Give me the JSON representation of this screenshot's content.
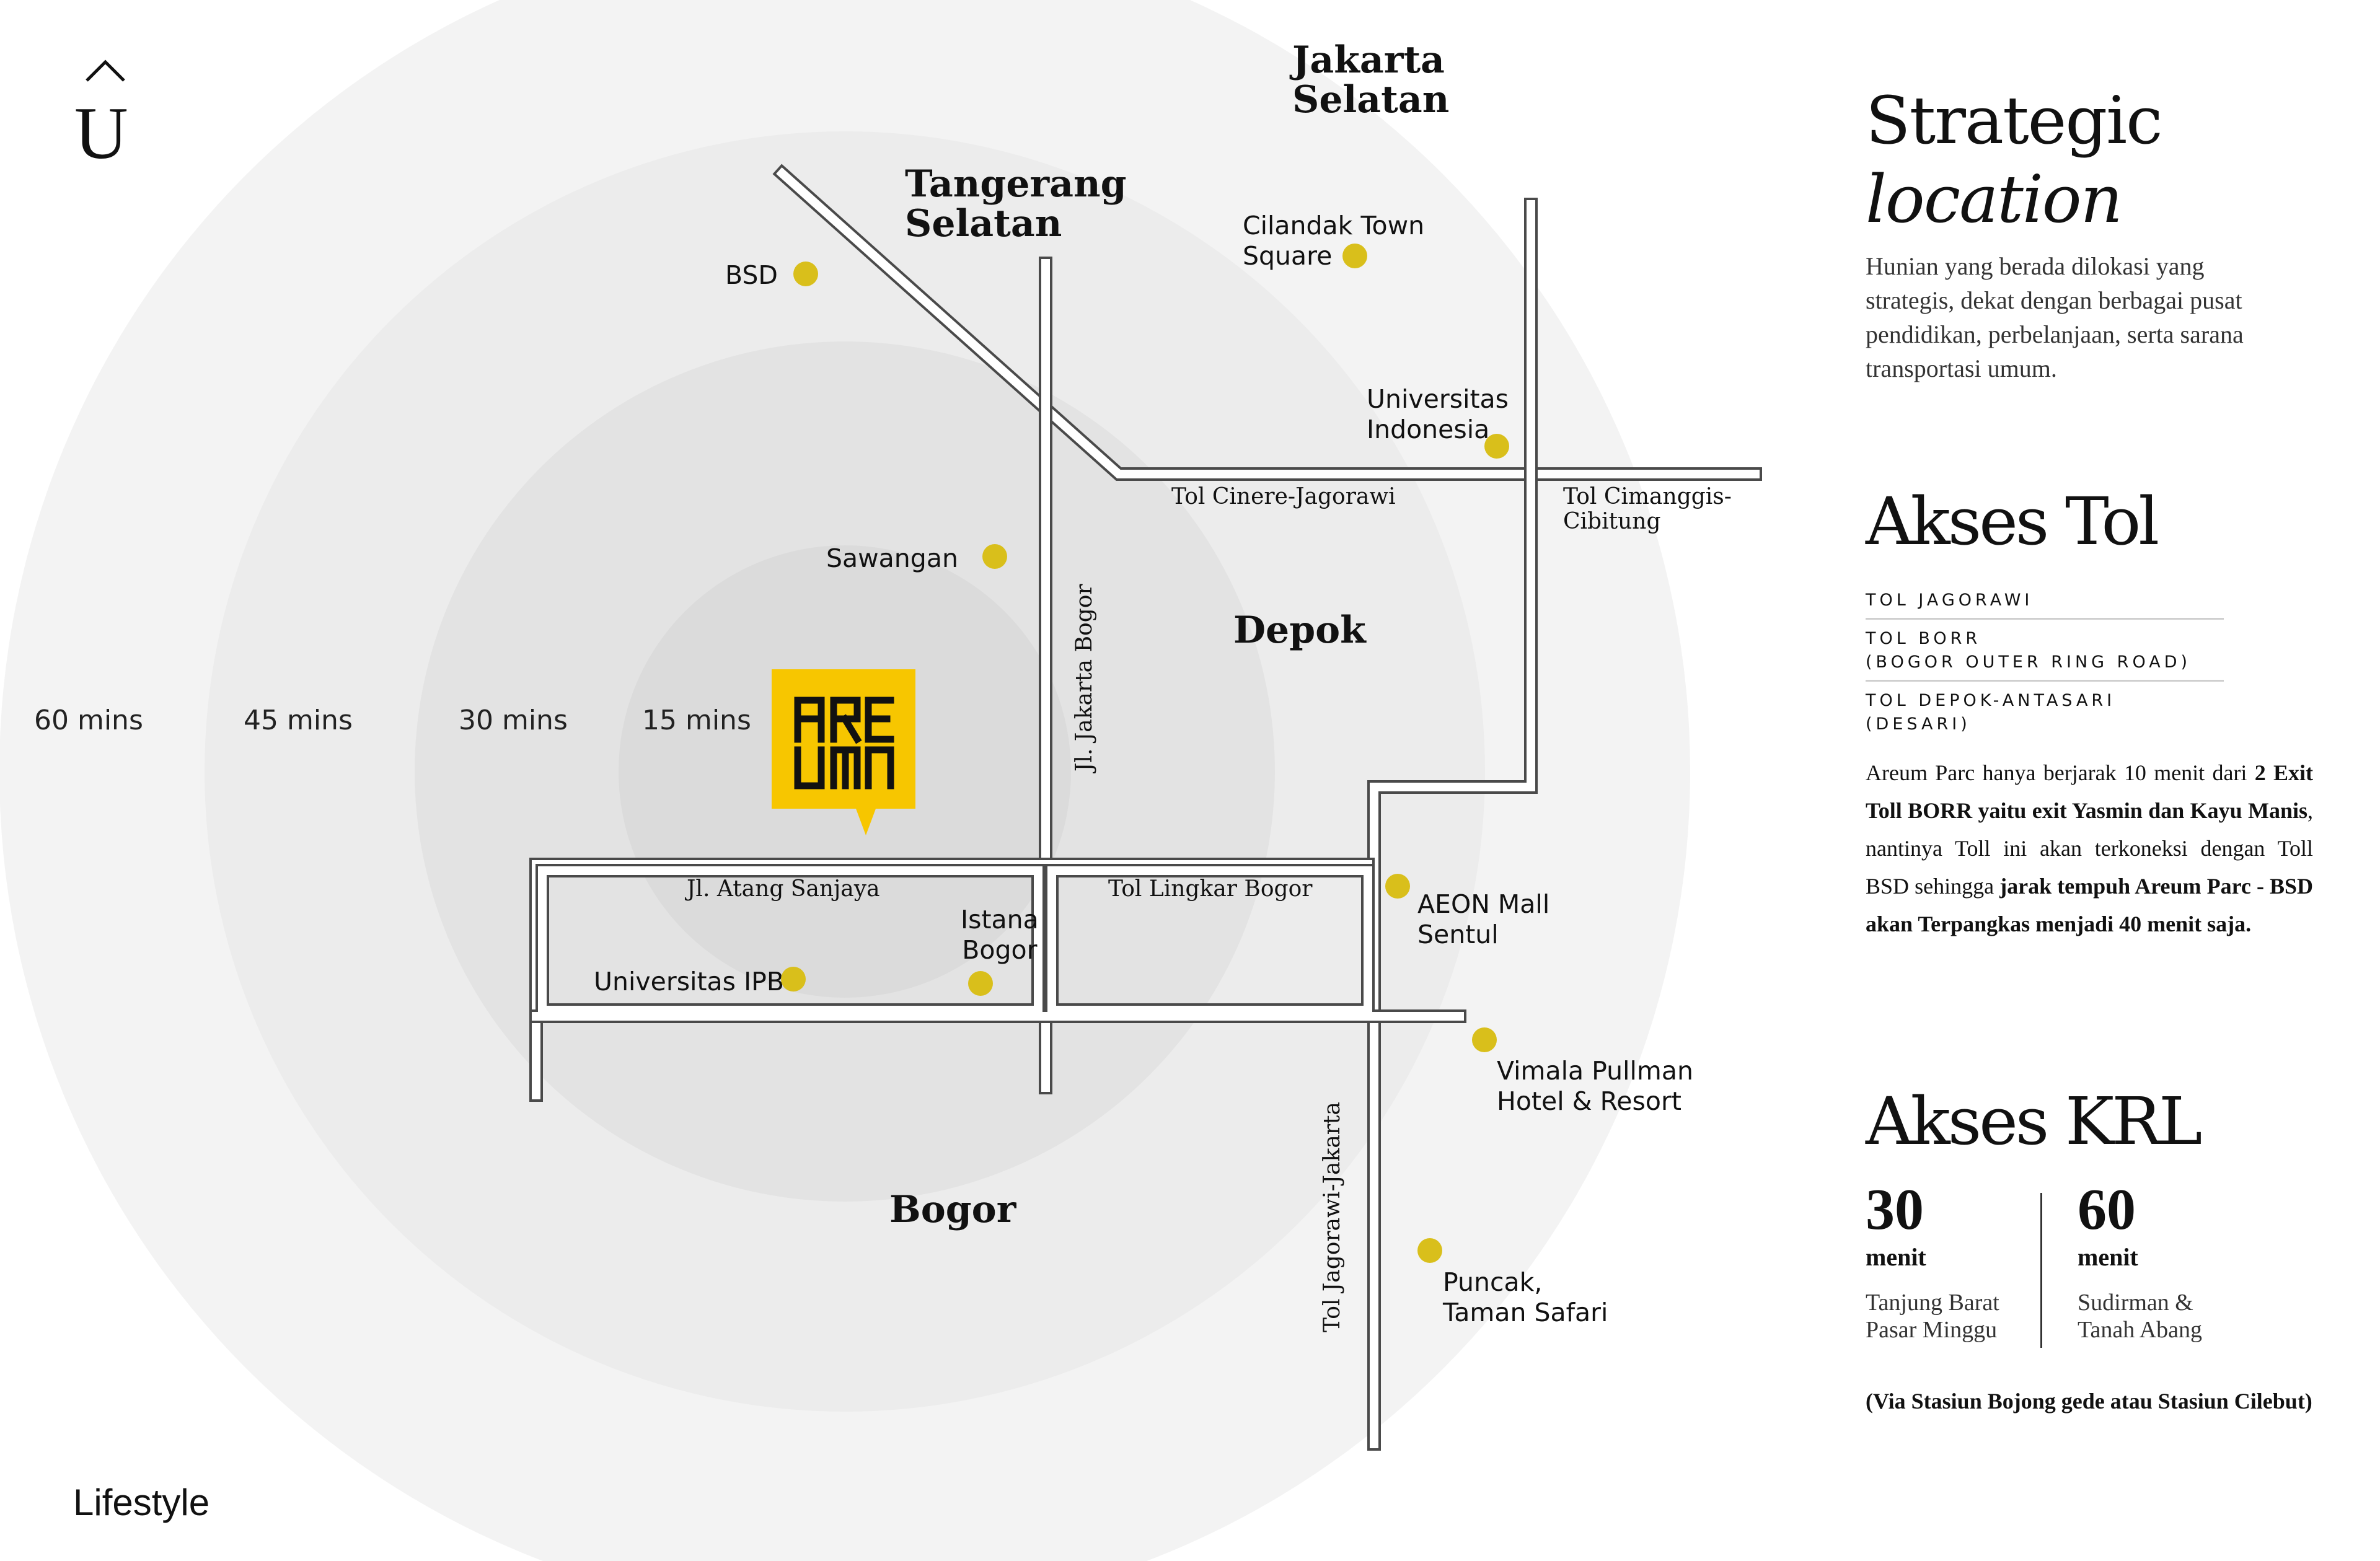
{
  "logo": {
    "letter": "U"
  },
  "theme": {
    "ring_colors": [
      "#f3f3f3",
      "#ececec",
      "#e3e3e3",
      "#dbdbdb"
    ],
    "accent_yellow": "#f7c600",
    "dot_yellow": "#d9bf1b",
    "road_stroke": "#4a4a4a"
  },
  "map": {
    "radius_labels": [
      "60 mins",
      "45 mins",
      "30 mins",
      "15 mins"
    ],
    "regions": {
      "jakarta_selatan": "Jakarta\nSelatan",
      "tangerang_selatan": "Tangerang\nSelatan",
      "depok": "Depok",
      "bogor": "Bogor"
    },
    "pois": {
      "bsd": "BSD",
      "cilandak": "Cilandak Town\nSquare",
      "ui": "Universitas\nIndonesia",
      "sawangan": "Sawangan",
      "aeon": "AEON Mall\nSentul",
      "istana_bogor": "Istana\nBogor",
      "ipb": "Universitas IPB",
      "vimala": "Vimala Pullman\nHotel & Resort",
      "puncak": "Puncak,\nTaman Safari"
    },
    "roads": {
      "tol_cinere": "Tol Cinere-Jagorawi",
      "tol_cimanggis": "Tol Cimanggis-\nCibitung",
      "jl_jakarta_bogor": "Jl. Jakarta Bogor",
      "jl_atang": "Jl. Atang Sanjaya",
      "tol_lingkar": "Tol Lingkar Bogor",
      "tol_jagorawi": "Tol Jagorawi-Jakarta"
    }
  },
  "sidebar": {
    "strategic_title_1": "Strategic",
    "strategic_title_2": "location",
    "strategic_desc": "Hunian yang berada dilokasi yang strategis, dekat dengan berbagai pusat pendidikan, perbelanjaan, serta sarana transportasi umum.",
    "tol_title": "Akses Tol",
    "tol_items": [
      "TOL JAGORAWI",
      "TOL BORR\n(BOGOR OUTER RING ROAD)",
      "TOL DEPOK-ANTASARI\n(DESARI)"
    ],
    "tol_desc": {
      "p1": "Areum Parc hanya berjarak 10 menit dari ",
      "b1": "2 Exit Toll BORR yaitu exit Yasmin dan Kayu Manis",
      "p2": ", nantinya Toll ini akan terkoneksi dengan Toll BSD sehingga ",
      "b2": "jarak tempuh Areum Parc - BSD akan Terpangkas menjadi 40 menit saja."
    },
    "krl_title": "Akses KRL",
    "krl": [
      {
        "minutes": "30",
        "unit": "menit",
        "stations": "Tanjung Barat\nPasar Minggu"
      },
      {
        "minutes": "60",
        "unit": "menit",
        "stations": "Sudirman &\nTanah Abang"
      }
    ],
    "krl_note": "(Via Stasiun Bojong gede atau Stasiun Cilebut)"
  },
  "footer": {
    "label": "Lifestyle"
  }
}
